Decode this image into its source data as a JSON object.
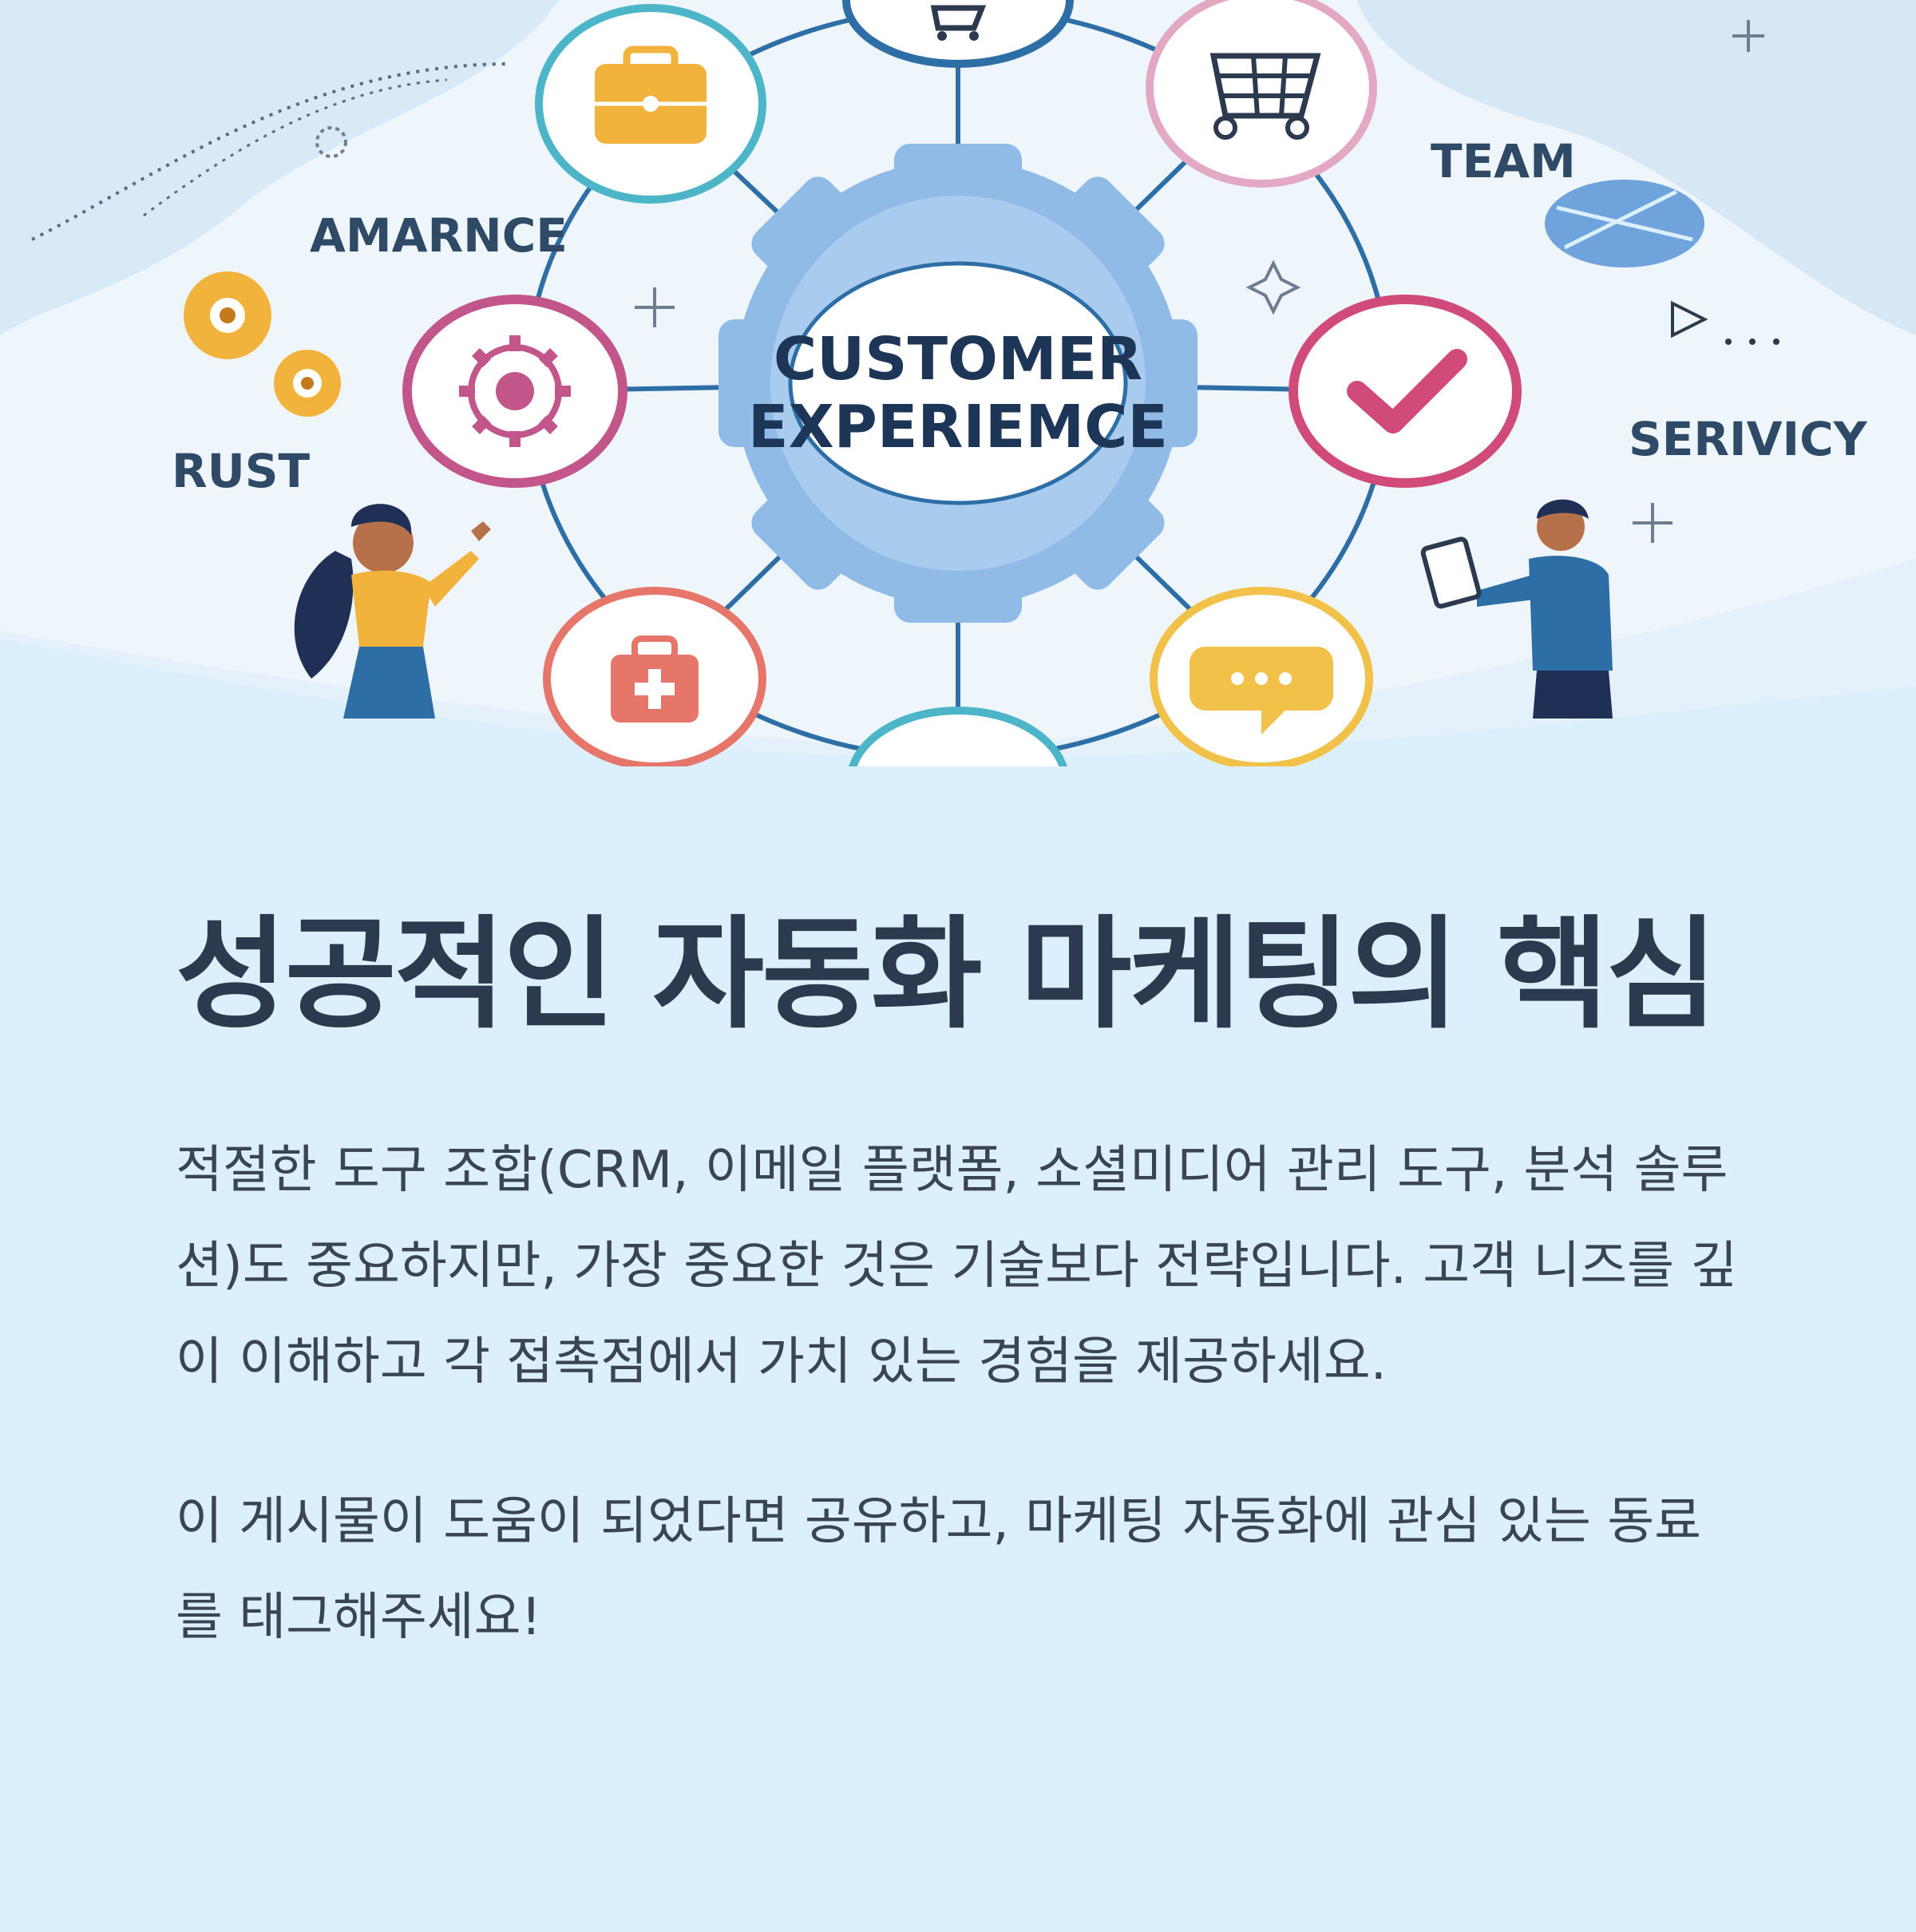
{
  "illustration": {
    "center_label_line1": "CUSTOMER",
    "center_label_line2": "EXPERIEMCE",
    "labels": {
      "amarnce": "AMARNCE",
      "rust": "RUST",
      "team": "TEAM",
      "serivicy": "SERIVICY"
    },
    "icons": [
      "cart-icon",
      "briefcase-icon",
      "shopping-cart-icon",
      "gear-icon",
      "checkmark-icon",
      "first-aid-icon",
      "chat-bubble-icon",
      "gears-icon",
      "woman-pointing-icon",
      "man-with-tablet-icon"
    ]
  },
  "post": {
    "title": "성공적인 자동화 마케팅의 핵심",
    "paragraph1": "적절한 도구 조합(CRM, 이메일 플랫폼, 소셜미디어 관리 도구, 분석 솔루션)도 중요하지만, 가장 중요한 것은 기술보다 전략입니다. 고객 니즈를 깊이 이해하고 각 접촉점에서 가치 있는 경험을 제공하세요.",
    "paragraph2": "이 게시물이 도움이 되었다면 공유하고, 마케팅 자동화에 관심 있는 동료를 태그해주세요!"
  },
  "colors": {
    "background": "#dbeffc",
    "title": "#2b3a4e",
    "body_text": "#3a4452",
    "gear": "#8fbbe6"
  }
}
